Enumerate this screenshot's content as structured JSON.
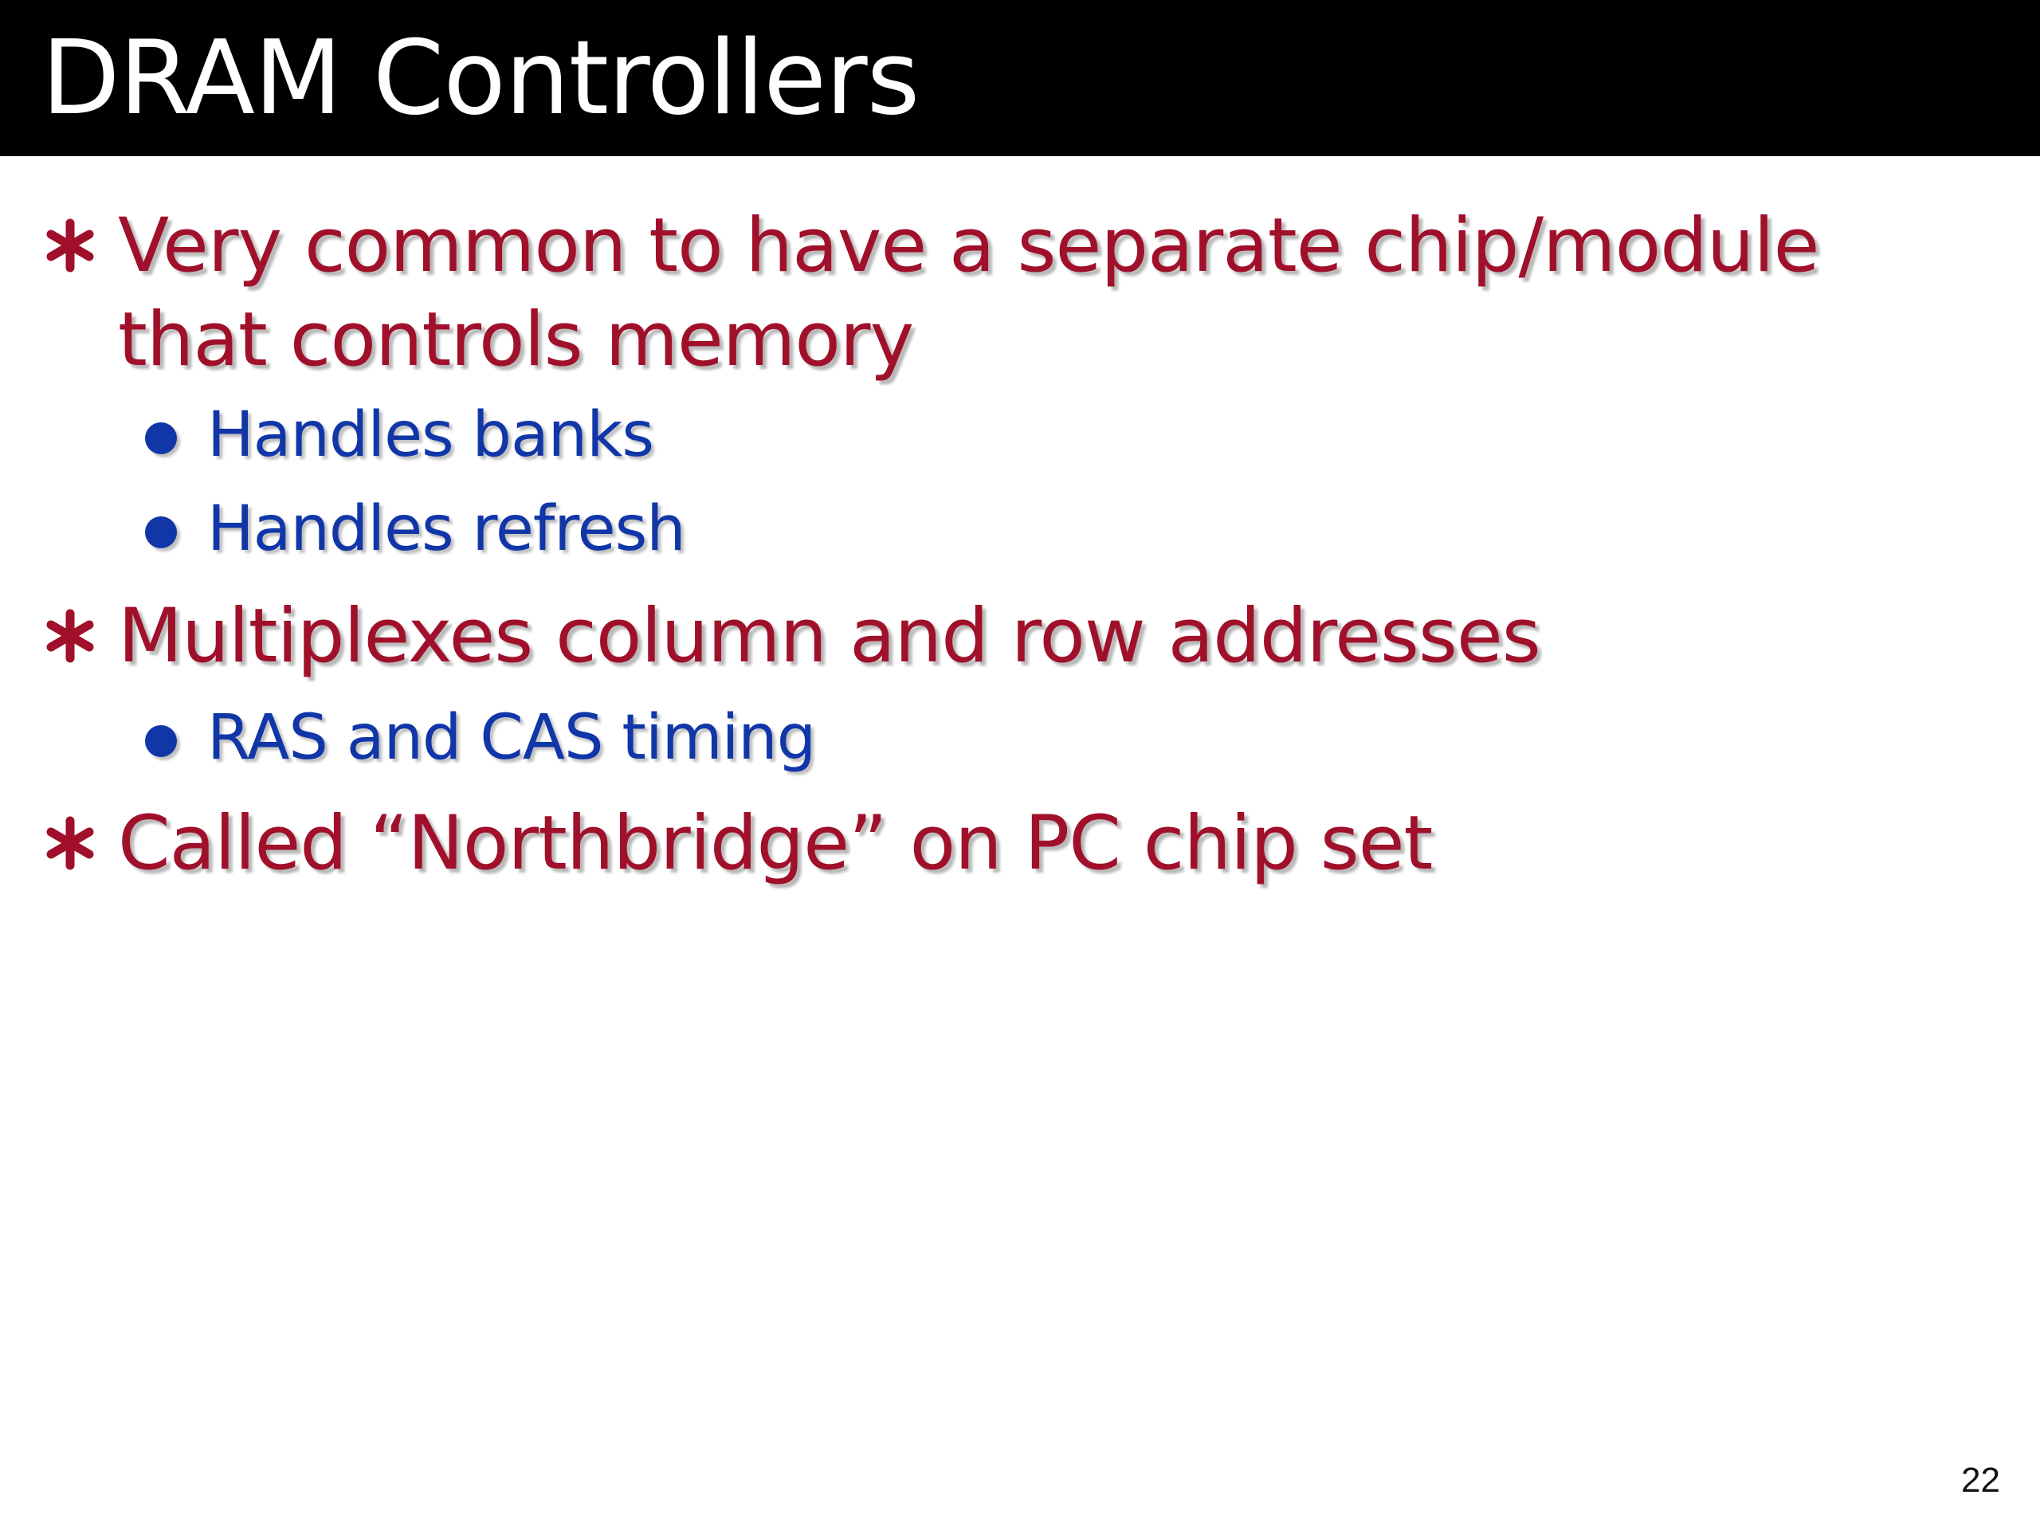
{
  "slide": {
    "title": "DRAM Controllers",
    "bullets": [
      {
        "text": "Very common to have a separate chip/module that controls memory",
        "sub": [
          "Handles banks",
          "Handles refresh"
        ]
      },
      {
        "text": "Multiplexes column and row addresses",
        "sub": [
          "RAS and CAS timing"
        ]
      },
      {
        "text": "Called “Northbridge” on PC chip set",
        "sub": []
      }
    ],
    "page_number": "22"
  },
  "colors": {
    "title_bar": "#000000",
    "title_text": "#ffffff",
    "level1_text": "#a0102a",
    "level2_text": "#1036a8",
    "background": "#ffffff"
  },
  "icons": {
    "level1_marker": "asterisk-icon",
    "level2_marker": "bullet-dot-icon"
  }
}
